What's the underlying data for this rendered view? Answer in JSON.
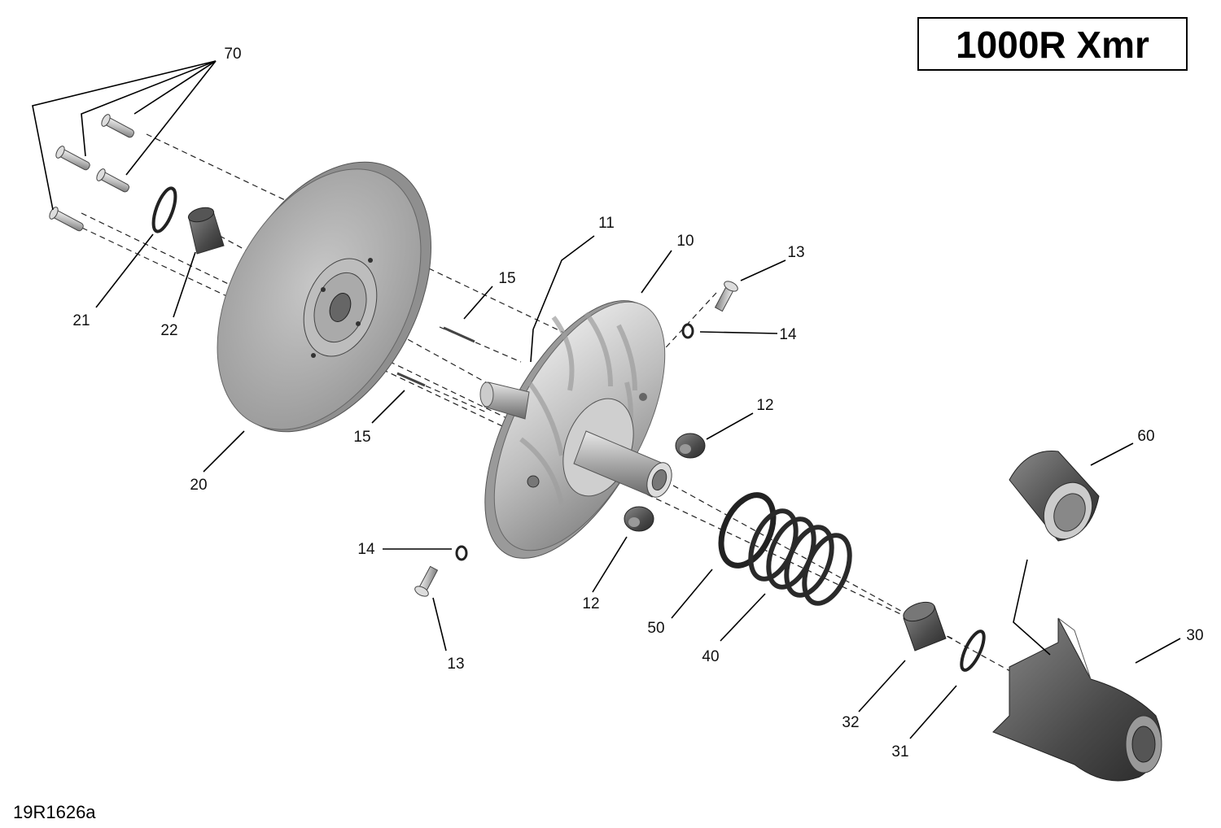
{
  "model": "1000R Xmr",
  "figure_id": "19R1626a",
  "callouts": {
    "c70": "70",
    "c21": "21",
    "c22": "22",
    "c20": "20",
    "c11": "11",
    "c10": "10",
    "c15a": "15",
    "c15b": "15",
    "c13a": "13",
    "c14a": "14",
    "c12a": "12",
    "c14b": "14",
    "c13b": "13",
    "c12b": "12",
    "c60": "60",
    "c50": "50",
    "c40": "40",
    "c30": "30",
    "c32": "32",
    "c31": "31"
  }
}
